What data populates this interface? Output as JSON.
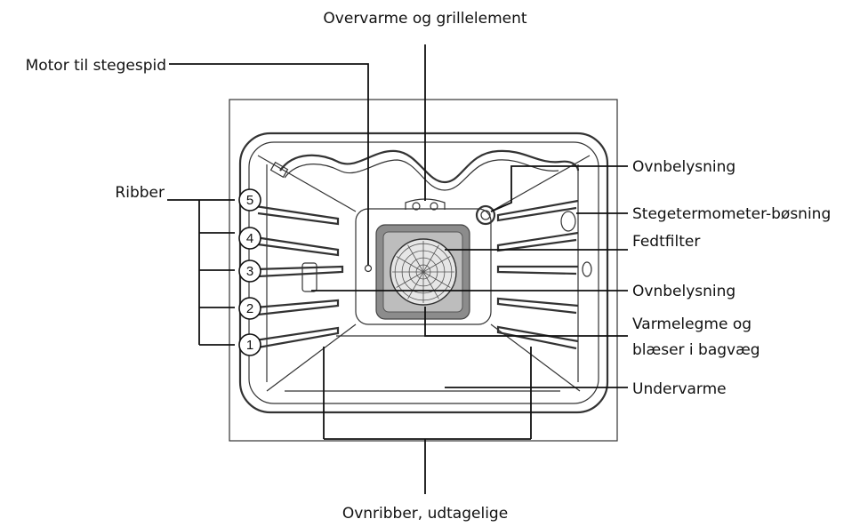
{
  "labels": {
    "top_element": "Overvarme og grillelement",
    "motor": "Motor til stegespid",
    "ribs": "Ribber",
    "light_top": "Ovnbelysning",
    "thermo": "Stegetermometer-bøsning",
    "grease": "Fedtfilter",
    "light_mid": "Ovnbelysning",
    "heater_line1": "Varmelegme og",
    "heater_line2": "blæser i bagvæg",
    "bottom_heat": "Undervarme",
    "racks": "Ovnribber, udtagelige"
  },
  "rib_numbers": [
    "5",
    "4",
    "3",
    "2",
    "1"
  ],
  "colors": {
    "ink": "#111111",
    "filter_frame": "#8c8c8c",
    "filter_inner": "#bdbdbd",
    "fan_bg": "#e6e6e6"
  }
}
